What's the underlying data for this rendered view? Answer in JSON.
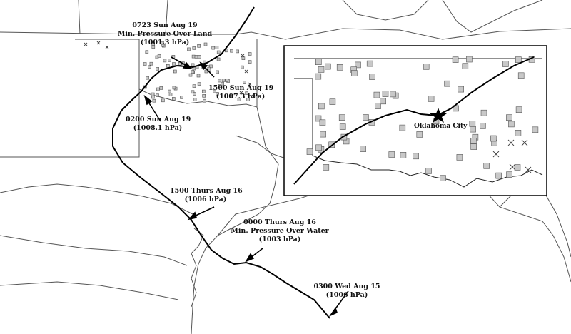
{
  "annotations": {
    "wed_aug15": {
      "time": "0300 Wed Aug 15",
      "pressure": "(1006 hPa)"
    },
    "thurs0000": {
      "time": "0000 Thurs Aug 16",
      "note": "Min. Pressure Over Water",
      "pressure": "(1003 hPa)"
    },
    "thurs1500": {
      "time": "1500 Thurs Aug 16",
      "pressure": "(1006 hPa)"
    },
    "sun0200": {
      "time": "0200 Sun Aug 19",
      "pressure": "(1008.1 hPa)"
    },
    "sun0723": {
      "time": "0723 Sun Aug 19",
      "note": "Min. Pressure Over Land",
      "pressure": "(1001.3 hPa)"
    },
    "sun1500": {
      "time": "1500 Sun Aug 19",
      "pressure": "(1007.3 hPa)"
    }
  },
  "inset": {
    "city_label": "Oklahoma City"
  },
  "legend_symbols": {
    "station": "gray-square-marker",
    "other_station": "x-marker",
    "city": "star-icon"
  },
  "colors": {
    "track": "#000000",
    "border": "#444444",
    "station_fill": "#c8c8c8"
  }
}
